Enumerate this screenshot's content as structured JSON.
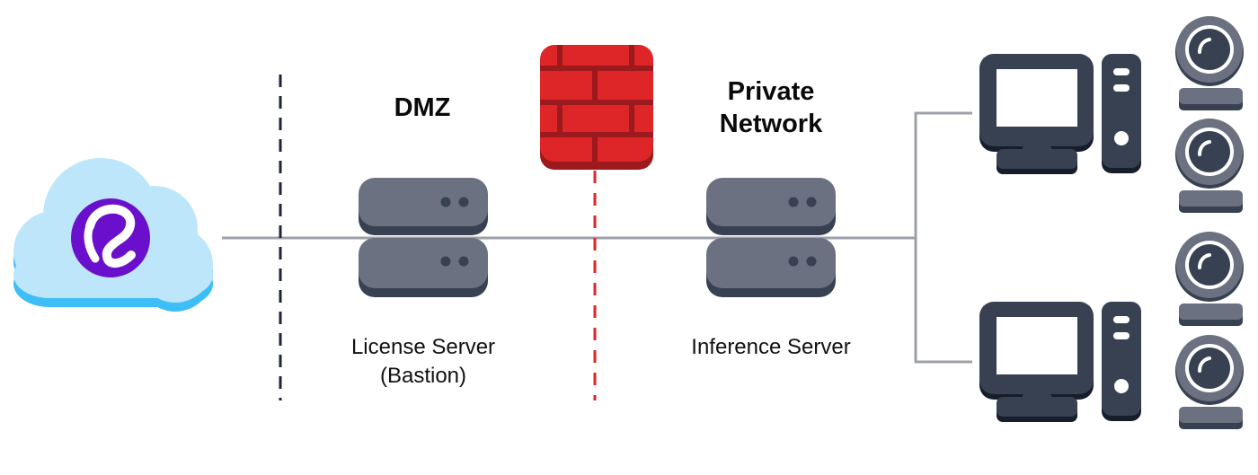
{
  "diagram": {
    "title": "Network deployment topology",
    "zones": {
      "dmz": {
        "label": "DMZ"
      },
      "private": {
        "label": "Private Network"
      }
    },
    "private_label_lines": [
      "Private",
      "Network"
    ],
    "nodes": {
      "cloud": {
        "label": "",
        "icon": "cloud-icon",
        "logo": "brand-logo-icon"
      },
      "firewall": {
        "icon": "firewall-icon"
      },
      "license_server": {
        "icon": "server-icon",
        "label_lines": [
          "License Server",
          "(Bastion)"
        ]
      },
      "inference_server": {
        "icon": "server-icon",
        "label_lines": [
          "Inference Server"
        ]
      },
      "workstations": [
        {
          "icon": "desktop-computer-icon",
          "cameras": 2
        },
        {
          "icon": "desktop-computer-icon",
          "cameras": 2
        }
      ]
    },
    "boundaries": [
      {
        "name": "internet-dmz-boundary",
        "style": "dashed",
        "color": "#1f2433"
      },
      {
        "name": "firewall-boundary",
        "style": "dashed",
        "color": "#e0252b"
      }
    ],
    "colors": {
      "cloud": "#bde6fb",
      "cloud_shadow": "#3ebef6",
      "logo": "#6a0fcb",
      "firewall": "#de2527",
      "firewall_mortar": "#9c1a1e",
      "server_face": "#6b7180",
      "server_shadow": "#384151",
      "device": "#374152",
      "device_shadow": "#161d2b",
      "camera_body": "#6b7180",
      "connector": "#9ca0a9"
    }
  }
}
